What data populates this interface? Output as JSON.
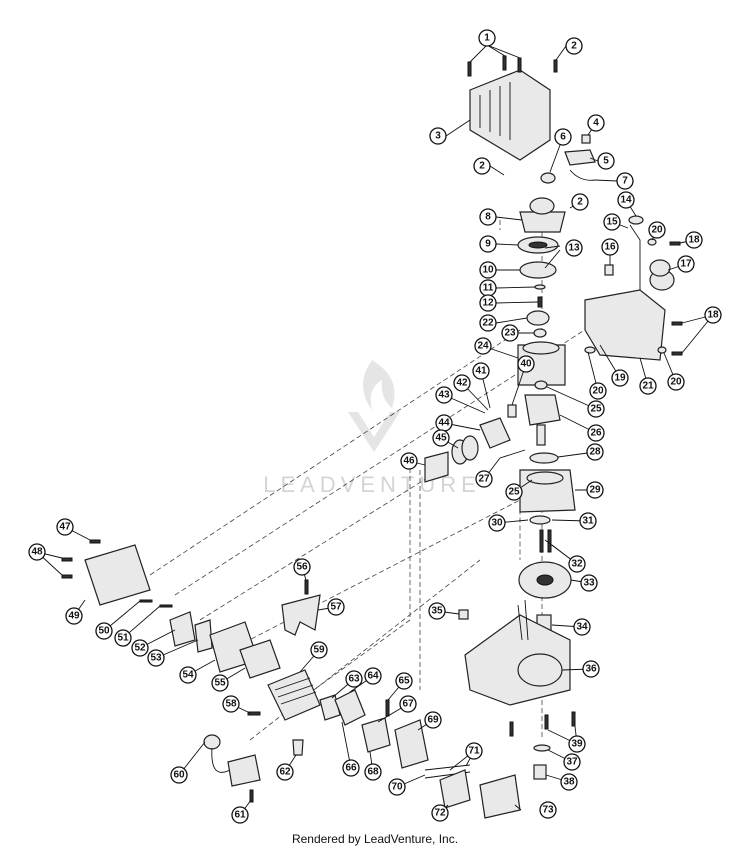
{
  "footer": "Rendered by LeadVenture, Inc.",
  "watermark": "LEADVENTURE",
  "callouts": [
    "1",
    "2",
    "3",
    "4",
    "5",
    "6",
    "7",
    "2",
    "2",
    "8",
    "9",
    "13",
    "10",
    "11",
    "12",
    "22",
    "14",
    "15",
    "16",
    "20",
    "18",
    "17",
    "18",
    "19",
    "20",
    "20",
    "21",
    "23",
    "24",
    "40",
    "41",
    "42",
    "43",
    "25",
    "26",
    "44",
    "45",
    "46",
    "27",
    "28",
    "25",
    "29",
    "30",
    "31",
    "32",
    "33",
    "47",
    "48",
    "49",
    "50",
    "51",
    "52",
    "53",
    "54",
    "55",
    "56",
    "57",
    "59",
    "58",
    "63",
    "64",
    "65",
    "66",
    "67",
    "68",
    "69",
    "60",
    "61",
    "62",
    "70",
    "71",
    "72",
    "73",
    "34",
    "35",
    "36",
    "37",
    "38",
    "39"
  ]
}
